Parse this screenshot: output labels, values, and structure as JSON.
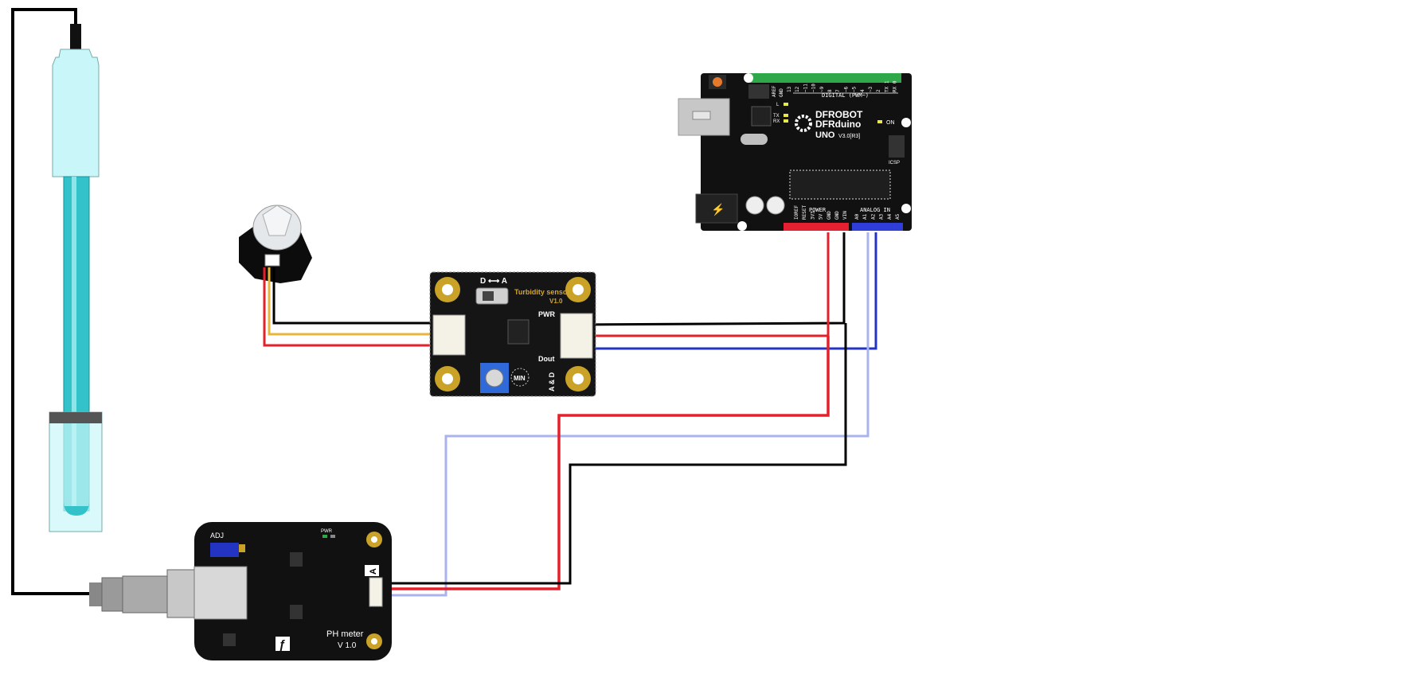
{
  "colors": {
    "wire_black": "#000000",
    "wire_red": "#e5202a",
    "wire_yellow": "#e8b53a",
    "wire_blue": "#2434c2",
    "wire_lightblue": "#a9b4ee",
    "board_black": "#111111",
    "header_green": "#2fa84a",
    "header_red": "#e52030",
    "header_blue": "#2f3ed8",
    "gold_pad": "#c9a227",
    "probe_cyan": "#c9f6f8",
    "probe_teal": "#33c2c9"
  },
  "arduino": {
    "brand": "DFROBOT",
    "model": "DFRduino",
    "version": "UNO",
    "version_suffix": "V3.0[R3]",
    "digital_label": "DIGITAL (PWM~)",
    "power_label": "POWER",
    "analog_label": "ANALOG IN",
    "on_label": "ON",
    "icsp_label": "ICSP",
    "aref_label": "AREF",
    "gnd_label": "GND",
    "l_label": "L",
    "tx_label": "TX",
    "rx_label": "RX",
    "digital_pins": [
      "13",
      "12",
      "~11",
      "~10",
      "~9",
      "8",
      "7",
      "~6",
      "~5",
      "4",
      "~3",
      "2",
      "TX 1",
      "RX 0"
    ],
    "power_pins": [
      "IOREF",
      "RESET",
      "3V3",
      "5V",
      "GND",
      "GND",
      "VIN"
    ],
    "analog_pins": [
      "A0",
      "A1",
      "A2",
      "A3",
      "A4",
      "A5"
    ]
  },
  "turbidity_board": {
    "title": "Turbidity sensor",
    "version": "V1.0",
    "switch_label": "D ⟷ A",
    "pwr_label": "PWR",
    "dout_label": "Dout",
    "min_label": "MIN",
    "mode_label": "A & D"
  },
  "ph_board": {
    "adj_label": "ADJ",
    "pwr_label": "PWR",
    "a_label": "A",
    "name": "PH meter",
    "version": "V 1.0"
  },
  "icons": {
    "usb": "usb-port-icon",
    "dc_jack": "dc-jack-icon",
    "logo": "dfrobot-logo-icon",
    "f_logo": "f-logo-icon"
  }
}
